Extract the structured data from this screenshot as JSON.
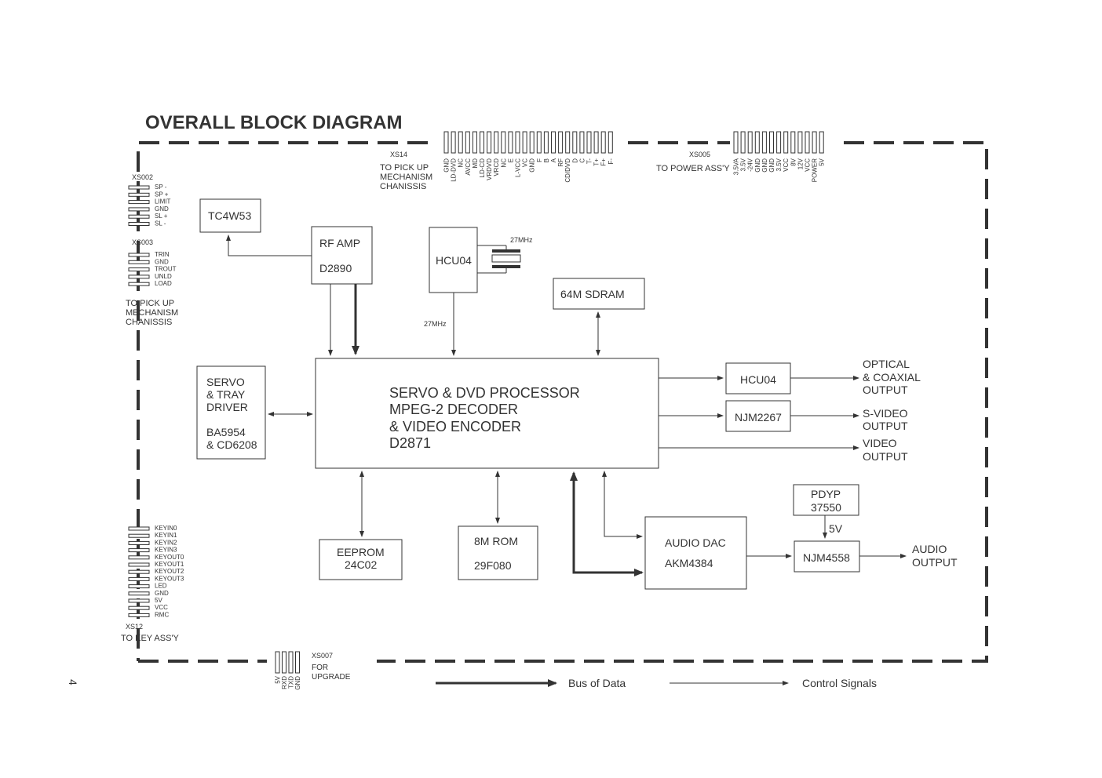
{
  "title": "OVERALL BLOCK DIAGRAM",
  "page_number": "4",
  "connectors": {
    "xs14": {
      "name": "XS14",
      "desc": [
        "TO  PICK  UP",
        "MECHANISM",
        "CHANISSIS"
      ],
      "pins": [
        "GND",
        "LD-DVD",
        "NC",
        "AVCC",
        "MD",
        "LD-CD",
        "VRDVD",
        "VRCD",
        "NC",
        "E",
        "L-VCC",
        "VC",
        "GND",
        "F",
        "B",
        "A",
        "RF",
        "CD/DVD",
        "D",
        "C",
        "T-",
        "T+",
        "F+",
        "F-"
      ]
    },
    "xs005": {
      "name": "XS005",
      "desc": [
        "TO POWER ASS'Y"
      ],
      "pins": [
        "3.5VA",
        "3.5V",
        "-24V",
        "GND",
        "GND",
        "GND",
        "3.5V",
        "VCC",
        "8V",
        "12V",
        "VCC",
        "POWER",
        "5V"
      ]
    },
    "xs002": {
      "name": "XS002",
      "pins": [
        "SP -",
        "SP +",
        "LIMIT",
        "GND",
        "SL +",
        "SL -"
      ]
    },
    "xs003": {
      "name": "XS003",
      "pins": [
        "TRIN",
        "GND",
        "TROUT",
        "UNLD",
        "LOAD"
      ],
      "desc": [
        "TO  PICK  UP",
        "MECHANISM",
        "CHANISSIS"
      ]
    },
    "xs12": {
      "name": "XS12",
      "pins": [
        "KEYIN0",
        "KEYIN1",
        "KEYIN2",
        "KEYIN3",
        "KEYOUT0",
        "KEYOUT1",
        "KEYOUT2",
        "KEYOUT3",
        "LED",
        "GND",
        "5V",
        "VCC",
        "RMC"
      ],
      "desc": [
        "TO  KEY  ASS'Y"
      ]
    },
    "xs007": {
      "name": "XS007",
      "desc": [
        "FOR",
        "UPGRADE"
      ],
      "pins": [
        "5V",
        "RXD",
        "TXD",
        "GND"
      ]
    }
  },
  "blocks": {
    "tc4w53": [
      "TC4W53"
    ],
    "rf_amp": [
      "RF  AMP",
      "D2890"
    ],
    "hcu04_osc": [
      "HCU04"
    ],
    "sdram": [
      "64M  SDRAM"
    ],
    "servo_driver": [
      "SERVO",
      "&  TRAY",
      "DRIVER",
      "BA5954",
      "& CD6208"
    ],
    "processor": [
      "SERVO  & DVD PROCESSOR",
      "MPEG-2  DECODER",
      "& VIDEO ENCODER",
      "D2871"
    ],
    "hcu04_out": [
      "HCU04"
    ],
    "njm2267": [
      "NJM2267"
    ],
    "eeprom": [
      "EEPROM",
      "24C02"
    ],
    "rom": [
      "8M ROM",
      "29F080"
    ],
    "audio_dac": [
      "AUDIO DAC",
      "AKM4384"
    ],
    "pdyp": [
      "PDYP",
      "37550"
    ],
    "njm4558": [
      "NJM4558"
    ]
  },
  "labels": {
    "crystal_freq": "27MHz",
    "clock_line": "27MHz",
    "supply_5v": "5V"
  },
  "outputs": {
    "optical": [
      "OPTICAL",
      "& COAXIAL",
      "OUTPUT"
    ],
    "svideo": [
      "S-VIDEO",
      "OUTPUT"
    ],
    "video": [
      "VIDEO",
      "OUTPUT"
    ],
    "audio": [
      "AUDIO",
      "OUTPUT"
    ]
  },
  "legend": {
    "bus": "Bus of Data",
    "control": "Control Signals"
  }
}
